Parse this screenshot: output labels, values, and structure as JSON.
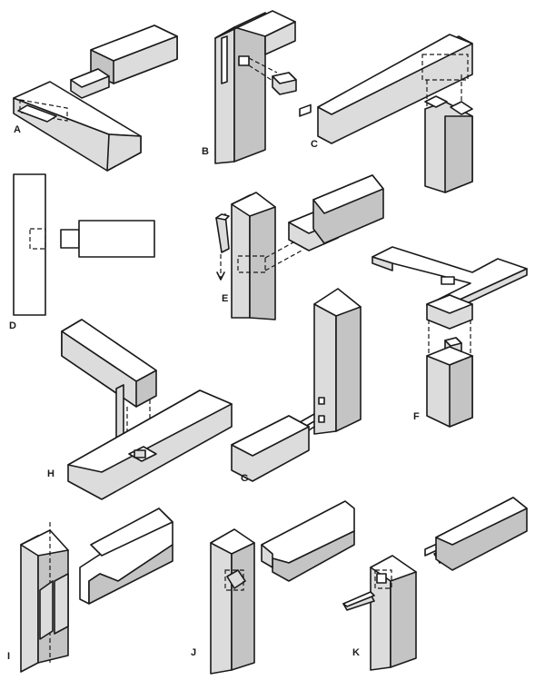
{
  "figure": {
    "labels": {
      "a": "A",
      "b": "B",
      "c": "C",
      "d": "D",
      "e": "E",
      "f": "F",
      "g": "G",
      "h": "H",
      "i": "I",
      "j": "J",
      "k": "K"
    },
    "colors": {
      "ink": "#1a1a1a",
      "paper": "#ffffff",
      "shade": "#dcdcdc",
      "shade_dark": "#c4c4c4"
    }
  }
}
